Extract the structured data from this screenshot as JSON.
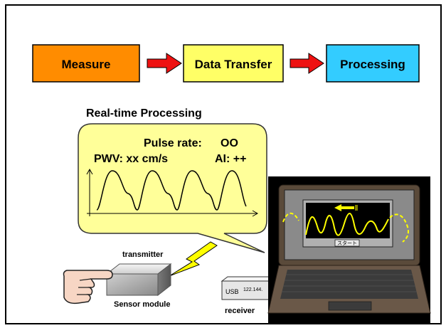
{
  "flow": {
    "step1": "Measure",
    "step2": "Data Transfer",
    "step3": "Processing"
  },
  "processing": {
    "title": "Real-time Processing",
    "pulse_rate_label": "Pulse rate:",
    "pulse_rate_value": "OO",
    "pwv": "PWV: xx cm/s",
    "ai": "AI: ++"
  },
  "hardware": {
    "transmitter_label": "transmitter",
    "sensor_label": "Sensor module",
    "receiver_label": "receiver",
    "usb_label": "USB",
    "usb_small_text": "122.144.",
    "start_button": "スタート"
  },
  "colors": {
    "measure": "#ff8c00",
    "transfer": "#ffff66",
    "processing": "#33ccff",
    "arrow": "#ee1111",
    "bubble": "#ffff99",
    "bolt": "#ffff00",
    "signal": "#ffff00"
  }
}
